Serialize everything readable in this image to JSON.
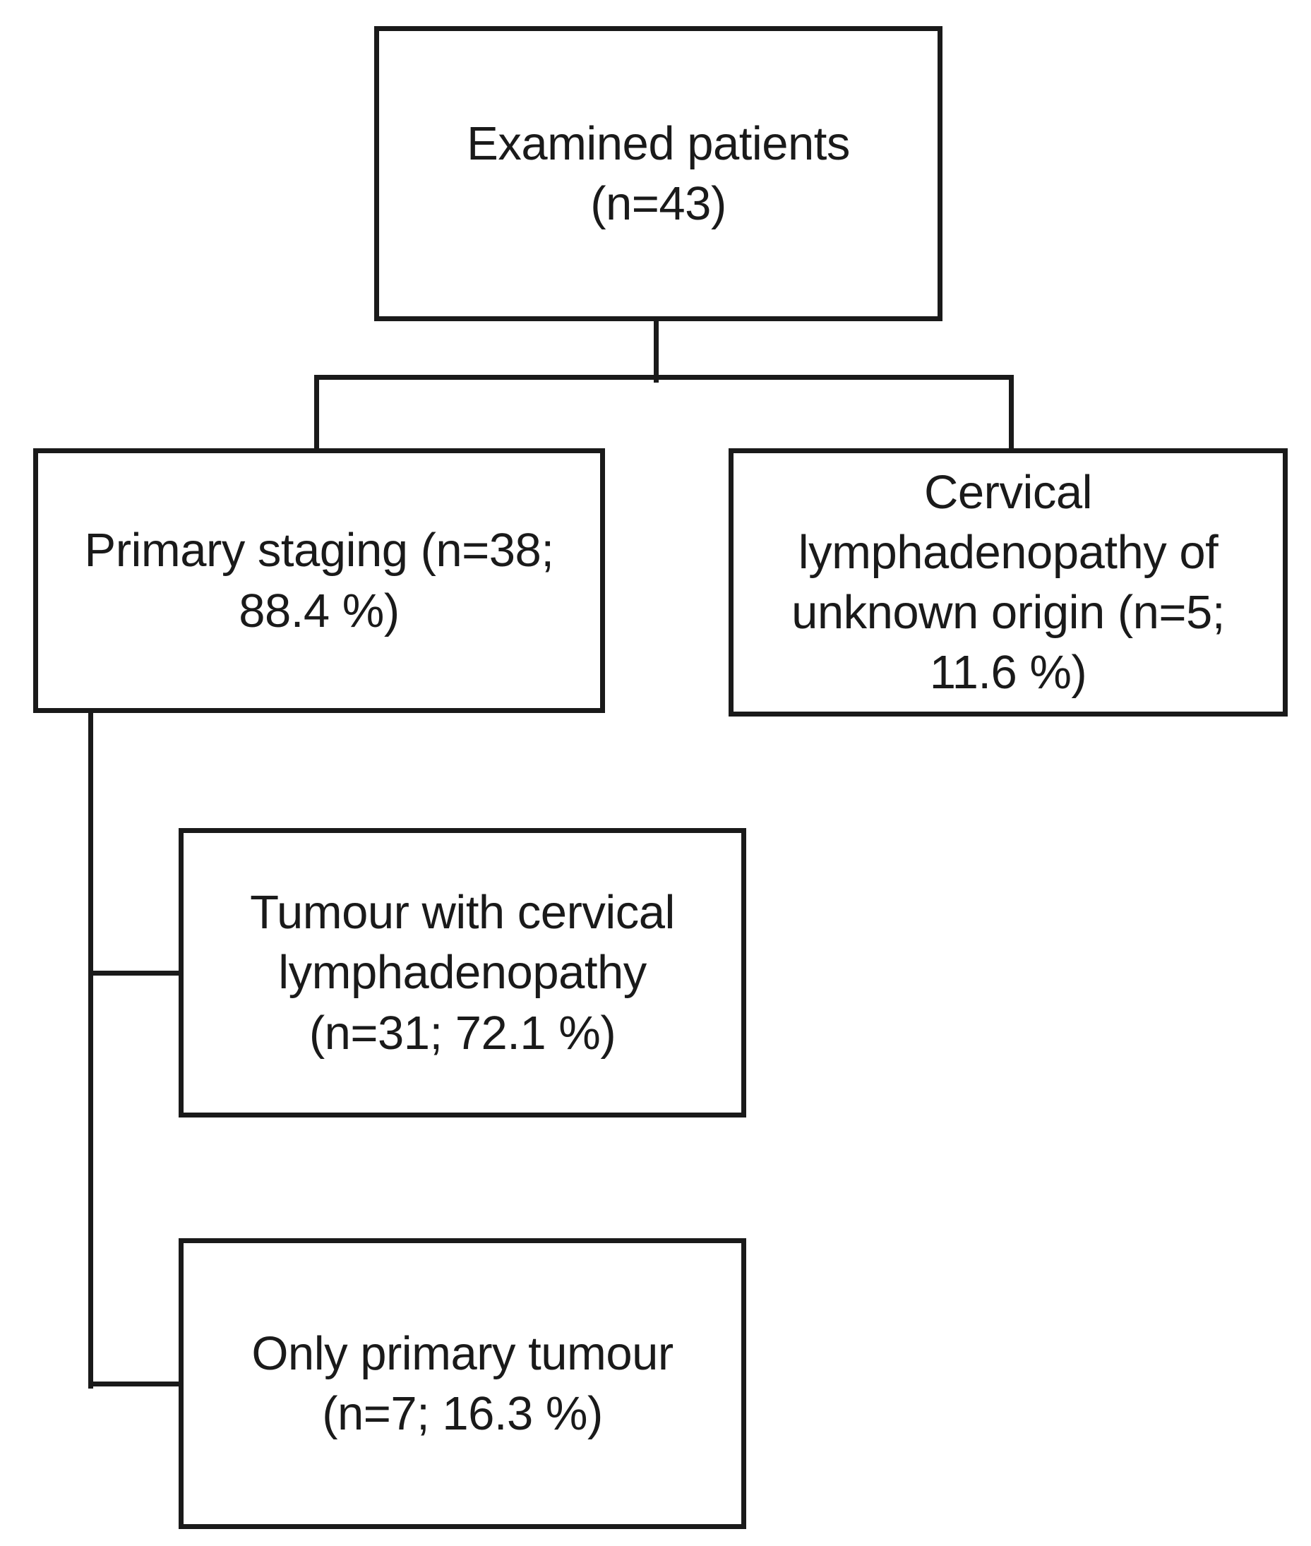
{
  "figure": {
    "type": "flowchart",
    "background_color": "#ffffff",
    "line_color": "#1a1a1a",
    "text_color": "#1a1a1a"
  },
  "nodes": {
    "examined": {
      "text": "Examined patients\n(n=43)",
      "n": 43
    },
    "primary_staging": {
      "text": "Primary staging (n=38;\n88.4 %)",
      "n": 38,
      "percent": "88.4 %"
    },
    "cervical_lymphadenopathy": {
      "text": "Cervical\nlymphadenopathy of\nunknown origin (n=5;\n11.6 %)",
      "n": 5,
      "percent": "11.6 %"
    },
    "tumour_with_lymphadenopathy": {
      "text": "Tumour with cervical\nlymphadenopathy\n(n=31; 72.1 %)",
      "n": 31,
      "percent": "72.1 %"
    },
    "only_primary_tumour": {
      "text": "Only primary tumour\n(n=7; 16.3 %)",
      "n": 7,
      "percent": "16.3 %"
    }
  }
}
